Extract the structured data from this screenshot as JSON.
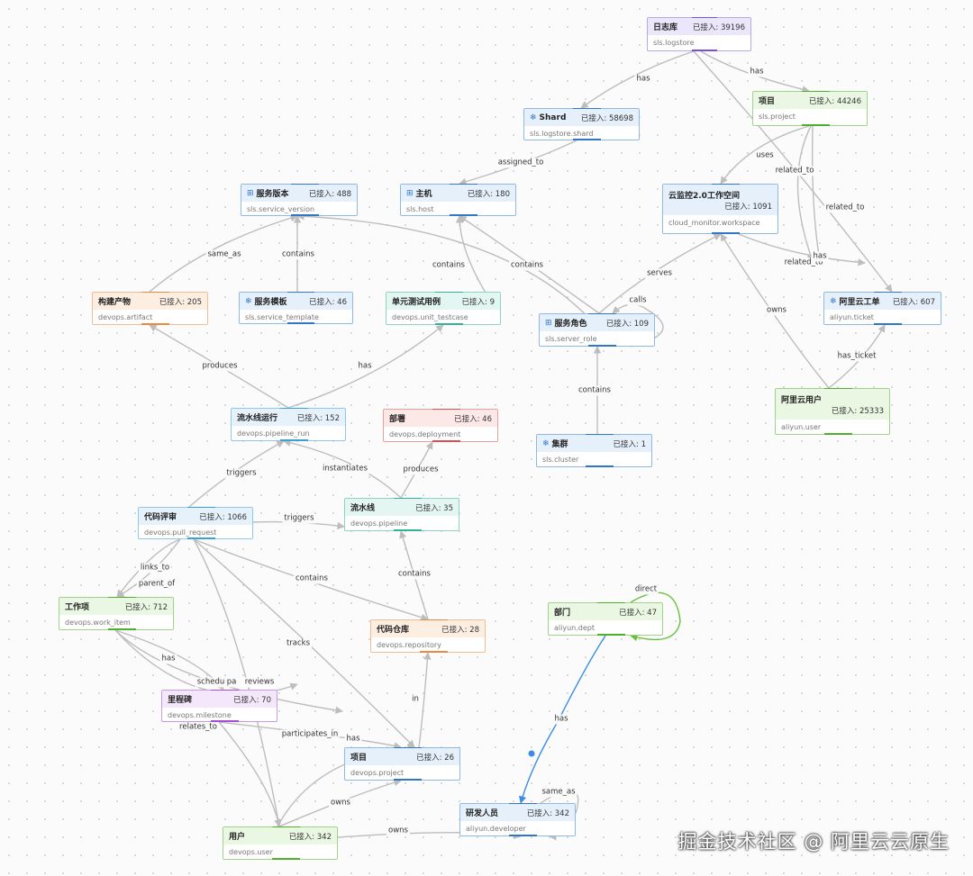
{
  "nodes": [
    {
      "id": "logstore",
      "name": "日志库",
      "count": "已接入: 39196",
      "type": "sls.logstore",
      "theme": "purple",
      "icon": ""
    },
    {
      "id": "shard",
      "name": "Shard",
      "count": "已接入: 58698",
      "type": "sls.logstore.shard",
      "theme": "blue",
      "icon": "gear-icon"
    },
    {
      "id": "sls_project",
      "name": "项目",
      "count": "已接入: 44246",
      "type": "sls.project",
      "theme": "green",
      "icon": ""
    },
    {
      "id": "service_version",
      "name": "服务版本",
      "count": "已接入: 488",
      "type": "sls.service_version",
      "theme": "blue",
      "icon": "grid-icon"
    },
    {
      "id": "host",
      "name": "主机",
      "count": "已接入: 180",
      "type": "sls.host",
      "theme": "blue",
      "icon": "grid-icon"
    },
    {
      "id": "workspace",
      "name": "云监控2.0工作空间",
      "count": "已接入: 1091",
      "type": "cloud_monitor.workspace",
      "theme": "blue",
      "icon": ""
    },
    {
      "id": "artifact",
      "name": "构建产物",
      "count": "已接入: 205",
      "type": "devops.artifact",
      "theme": "orange",
      "icon": ""
    },
    {
      "id": "service_template",
      "name": "服务模板",
      "count": "已接入: 46",
      "type": "sls.service_template",
      "theme": "blue",
      "icon": "gear-icon"
    },
    {
      "id": "testcase",
      "name": "单元测试用例",
      "count": "已接入: 9",
      "type": "devops.unit_testcase",
      "theme": "teal",
      "icon": ""
    },
    {
      "id": "server_role",
      "name": "服务角色",
      "count": "已接入: 109",
      "type": "sls.server_role",
      "theme": "blue",
      "icon": "grid-icon"
    },
    {
      "id": "ticket",
      "name": "阿里云工单",
      "count": "已接入: 607",
      "type": "aliyun.ticket",
      "theme": "blue",
      "icon": "gear-icon"
    },
    {
      "id": "aliyun_user",
      "name": "阿里云用户",
      "count": "已接入: 25333",
      "type": "aliyun.user",
      "theme": "green",
      "icon": ""
    },
    {
      "id": "pipeline_run",
      "name": "流水线运行",
      "count": "已接入: 152",
      "type": "devops.pipeline_run",
      "theme": "sky",
      "icon": ""
    },
    {
      "id": "deployment",
      "name": "部署",
      "count": "已接入: 46",
      "type": "devops.deployment",
      "theme": "red",
      "icon": ""
    },
    {
      "id": "cluster",
      "name": "集群",
      "count": "已接入: 1",
      "type": "sls.cluster",
      "theme": "blue",
      "icon": "gear-icon"
    },
    {
      "id": "pull_request",
      "name": "代码评审",
      "count": "已接入: 1066",
      "type": "devops.pull_request",
      "theme": "sky",
      "icon": ""
    },
    {
      "id": "pipeline",
      "name": "流水线",
      "count": "已接入: 35",
      "type": "devops.pipeline",
      "theme": "teal",
      "icon": ""
    },
    {
      "id": "work_item",
      "name": "工作项",
      "count": "已接入: 712",
      "type": "devops.work_item",
      "theme": "green",
      "icon": ""
    },
    {
      "id": "dept",
      "name": "部门",
      "count": "已接入: 47",
      "type": "aliyun.dept",
      "theme": "green",
      "icon": ""
    },
    {
      "id": "repository",
      "name": "代码仓库",
      "count": "已接入: 28",
      "type": "devops.repository",
      "theme": "orange",
      "icon": ""
    },
    {
      "id": "milestone",
      "name": "里程碑",
      "count": "已接入: 70",
      "type": "devops.milestone",
      "theme": "violet",
      "icon": ""
    },
    {
      "id": "devops_project",
      "name": "项目",
      "count": "已接入: 26",
      "type": "devops.project",
      "theme": "blue",
      "icon": ""
    },
    {
      "id": "developer",
      "name": "研发人员",
      "count": "已接入: 342",
      "type": "aliyun.developer",
      "theme": "blue",
      "icon": ""
    },
    {
      "id": "devops_user",
      "name": "用户",
      "count": "已接入: 342",
      "type": "devops.user",
      "theme": "green",
      "icon": ""
    }
  ],
  "edges": [
    {
      "label": "has"
    },
    {
      "label": "has"
    },
    {
      "label": "assigned_to"
    },
    {
      "label": "uses"
    },
    {
      "label": "related_to"
    },
    {
      "label": "related_to"
    },
    {
      "label": "related_to"
    },
    {
      "label": "has"
    },
    {
      "label": "same_as"
    },
    {
      "label": "contains"
    },
    {
      "label": "contains"
    },
    {
      "label": "contains"
    },
    {
      "label": "contains"
    },
    {
      "label": "serves"
    },
    {
      "label": "calls"
    },
    {
      "label": "owns"
    },
    {
      "label": "contains"
    },
    {
      "label": "has_ticket"
    },
    {
      "label": "produces"
    },
    {
      "label": "has"
    },
    {
      "label": "triggers"
    },
    {
      "label": "instantiates"
    },
    {
      "label": "produces"
    },
    {
      "label": "triggers"
    },
    {
      "label": "links_to"
    },
    {
      "label": "parent_of"
    },
    {
      "label": "contains"
    },
    {
      "label": "contains"
    },
    {
      "label": "has"
    },
    {
      "label": "tracks"
    },
    {
      "label": "schedules"
    },
    {
      "label": "pa"
    },
    {
      "label": "reviews"
    },
    {
      "label": "in"
    },
    {
      "label": "relates_to"
    },
    {
      "label": "participates_in"
    },
    {
      "label": "has"
    },
    {
      "label": "owns"
    },
    {
      "label": "has"
    },
    {
      "label": "owns"
    },
    {
      "label": "same_as"
    },
    {
      "label": "direct"
    }
  ],
  "themes": {
    "purple": {
      "border": "#b8a9e6",
      "header": "#ece6fb",
      "bar": "#7a52d9"
    },
    "blue": {
      "border": "#8fb9e3",
      "header": "#e6f0fb",
      "bar": "#2f77c9"
    },
    "green": {
      "border": "#9fd38a",
      "header": "#eaf7e2",
      "bar": "#4fb12b"
    },
    "orange": {
      "border": "#efbd94",
      "header": "#fdeee2",
      "bar": "#e88b3c"
    },
    "teal": {
      "border": "#8fd3c5",
      "header": "#e3f6f1",
      "bar": "#2fb39a"
    },
    "sky": {
      "border": "#93c7e8",
      "header": "#e5f2fb",
      "bar": "#3aa0d8"
    },
    "red": {
      "border": "#ef9c9c",
      "header": "#fde8e8",
      "bar": "#de5050"
    },
    "violet": {
      "border": "#c79be0",
      "header": "#f4e7fb",
      "bar": "#a64ed6"
    }
  },
  "watermark": "掘金技术社区 @ 阿里云云原生"
}
